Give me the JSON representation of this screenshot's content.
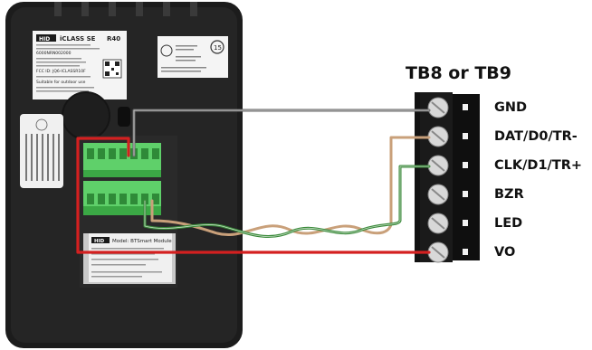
{
  "diagram": {
    "terminal_block_title": "TB8 or TB9",
    "terminals": [
      {
        "label": "GND"
      },
      {
        "label": "DAT/D0/TR-"
      },
      {
        "label": "CLK/D1/TR+"
      },
      {
        "label": "BZR"
      },
      {
        "label": "LED"
      },
      {
        "label": "VO"
      }
    ],
    "reader_label": {
      "brand": "HID",
      "model": "iCLASS SE",
      "variant": "R40",
      "fcc_id": "FCC ID: JQ6-ICLASSR10F",
      "part_no": "6000NRN002000",
      "outdoor_note": "Suitable for outdoor use"
    },
    "module_label": {
      "brand": "HID",
      "model": "Model: BTSmart Module"
    },
    "wire_colors": {
      "gnd": "#606060",
      "data": "#c8a078",
      "clock": "#3a8a3a",
      "power": "#d42020"
    }
  }
}
